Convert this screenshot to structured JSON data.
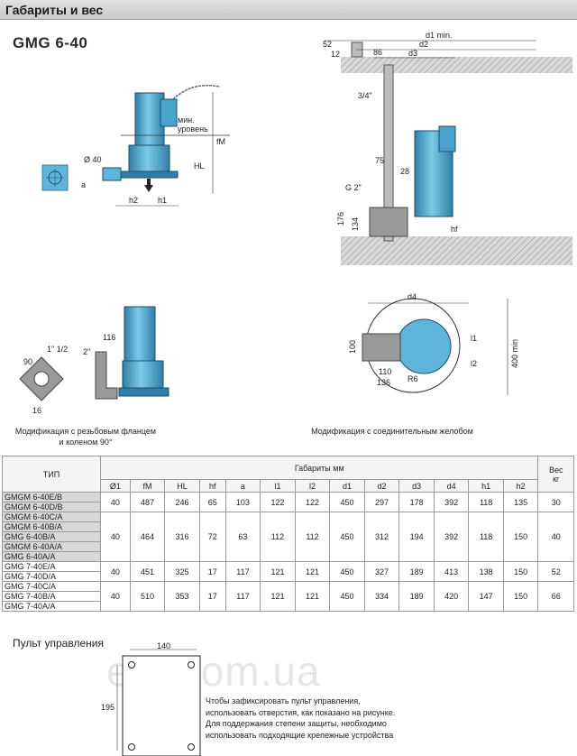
{
  "header": {
    "title": "Габариты и вес"
  },
  "model": {
    "title": "GMG    6-40"
  },
  "drawing_labels": {
    "min_level": "мин.",
    "min_level2": "уровень",
    "fM": "fM",
    "HL": "HL",
    "d40": "Ø 40",
    "a": "a",
    "h1": "h1",
    "h2": "h2",
    "d1min": "d1 min.",
    "d2": "d2",
    "d3": "d3",
    "n52": "52",
    "n12": "12",
    "n86": "86",
    "n34": "3/4\"",
    "n75": "75",
    "n28": "28",
    "g2": "G 2\"",
    "n176": "176",
    "n134": "134",
    "hf": "hf",
    "n116": "116",
    "n2": "2\"",
    "n90": "90",
    "n16": "16",
    "n1_12": "1\" 1/2",
    "d4": "d4",
    "l1": "l1",
    "l2": "l2",
    "n100": "100",
    "n110": "110",
    "n136": "136",
    "r6": "R6",
    "n400": "400 min"
  },
  "captions": {
    "flange_1": "Модификация с резьбовым фланцем",
    "flange_2": "и коленом 90°",
    "rail": "Модификация с соединительным желобом"
  },
  "table": {
    "typ": "ТИП",
    "gabarity": "Габариты   мм",
    "ves": "Вес",
    "ves_unit": "кг",
    "columns": [
      "Ø1",
      "fM",
      "HL",
      "hf",
      "a",
      "l1",
      "l2",
      "d1",
      "d2",
      "d3",
      "d4",
      "h1",
      "h2"
    ],
    "groups": [
      {
        "models": [
          "GMGM 6-40E/B",
          "GMGM 6-40D/B"
        ],
        "values": [
          "40",
          "487",
          "246",
          "65",
          "103",
          "122",
          "122",
          "450",
          "297",
          "178",
          "392",
          "118",
          "135",
          "30"
        ]
      },
      {
        "models": [
          "GMGM 6-40C/A",
          "GMGM 6-40B/A",
          "GMG   6-40B/A",
          "GMGM 6-40A/A",
          "GMG   6-40A/A"
        ],
        "values": [
          "40",
          "464",
          "316",
          "72",
          "63",
          "112",
          "112",
          "450",
          "312",
          "194",
          "392",
          "118",
          "150",
          "40"
        ]
      },
      {
        "models": [
          "GMG   7-40E/A",
          "GMG   7-40D/A"
        ],
        "values": [
          "40",
          "451",
          "325",
          "17",
          "117",
          "121",
          "121",
          "450",
          "327",
          "189",
          "413",
          "138",
          "150",
          "52"
        ]
      },
      {
        "models": [
          "GMG   7-40C/A",
          "GMG   7-40B/A",
          "GMG   7-40A/A"
        ],
        "values": [
          "40",
          "510",
          "353",
          "17",
          "117",
          "121",
          "121",
          "450",
          "334",
          "189",
          "420",
          "147",
          "150",
          "66"
        ]
      }
    ]
  },
  "panel": {
    "title": "Пульт управления",
    "width": "140",
    "height": "195",
    "note": [
      "Чтобы зафиксировать пульт управления,",
      "использовать отверстия, как показано на рисунке.",
      "Для поддержания степени защиты, необходимо",
      "использовать подходящие крепежные устройства"
    ]
  },
  "watermark": "eer.com.ua",
  "colors": {
    "pump": "#5fb4d9",
    "pump_dark": "#2f7fa8",
    "pipe": "#9a9a9a",
    "header_bg": "#d4d4d4",
    "shade": "#d8d8d8"
  }
}
